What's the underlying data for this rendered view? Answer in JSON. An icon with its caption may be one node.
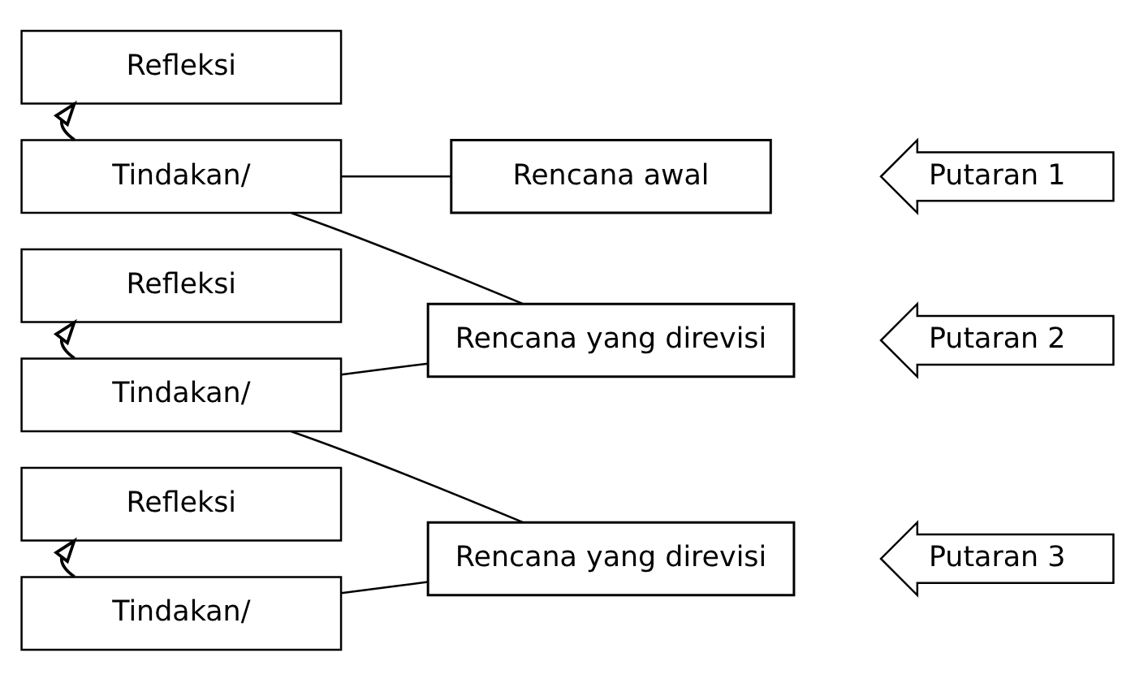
{
  "diagram": {
    "nodes": [
      {
        "text": [
          "Putaran 1"
        ]
      },
      {
        "text": [
          "Refleksi"
        ]
      },
      {
        "text": [
          "Rencana awal"
        ]
      },
      {
        "text": [
          "Tindakan/"
        ]
      },
      {
        "text": [
          "Putaran 2"
        ]
      },
      {
        "text": [
          "Refleksi"
        ]
      },
      {
        "text": [
          "Rencana yang direvisi"
        ]
      },
      {
        "text": [
          "Tindakan/"
        ]
      },
      {
        "text": [
          "Putaran 3"
        ]
      },
      {
        "text": [
          "Refleksi"
        ]
      },
      {
        "text": [
          "Rencana yang direvisi"
        ]
      },
      {
        "text": [
          "Tindakan/"
        ]
      }
    ],
    "edges": [
      {
        "from": 3,
        "to": 1,
        "arrow": "to"
      },
      {
        "from": 3,
        "to": 2,
        "arrow": "none"
      },
      {
        "from": 3,
        "to": 6,
        "arrow": "none"
      },
      {
        "from": 7,
        "to": 5,
        "arrow": "to"
      },
      {
        "from": 7,
        "to": 6,
        "arrow": "none"
      },
      {
        "from": 7,
        "to": 10,
        "arrow": "none"
      },
      {
        "from": 11,
        "to": 9,
        "arrow": "to"
      },
      {
        "from": 11,
        "to": 10,
        "arrow": "none"
      }
    ]
  }
}
